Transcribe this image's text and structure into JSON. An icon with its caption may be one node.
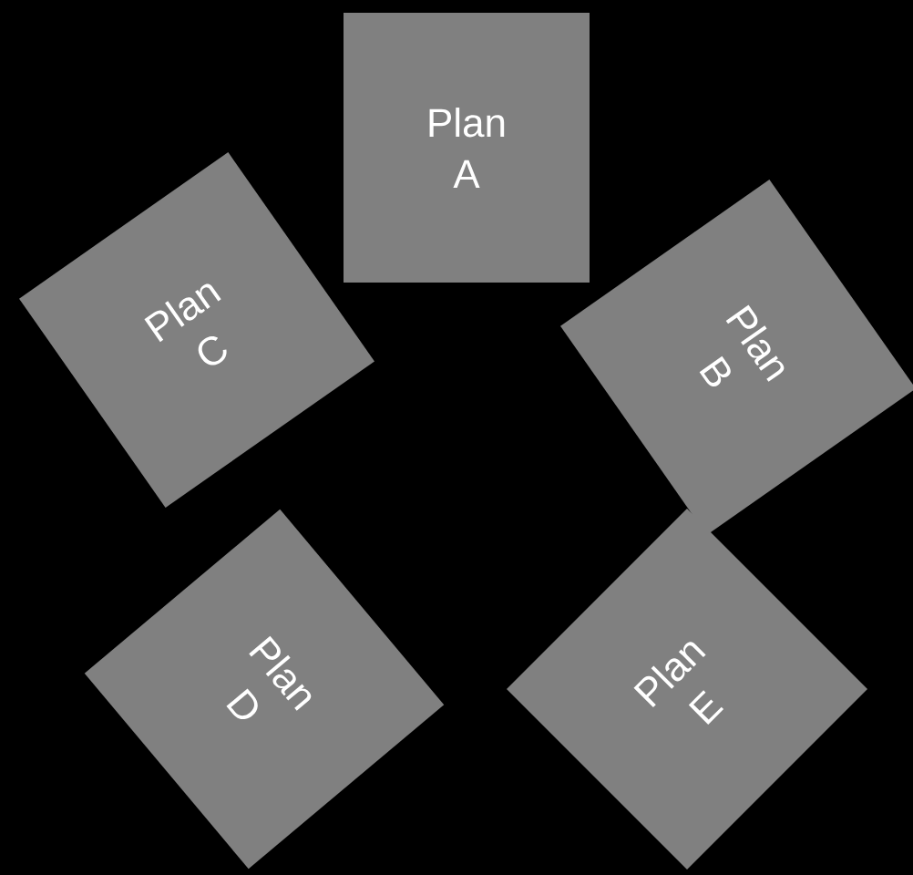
{
  "diagram": {
    "nodes": [
      {
        "text": [
          "Plan A"
        ]
      },
      {
        "text": [
          "Plan B"
        ]
      },
      {
        "text": [
          "Plan C"
        ]
      },
      {
        "text": [
          "Plan D"
        ]
      },
      {
        "text": [
          "Plan E"
        ]
      }
    ]
  }
}
